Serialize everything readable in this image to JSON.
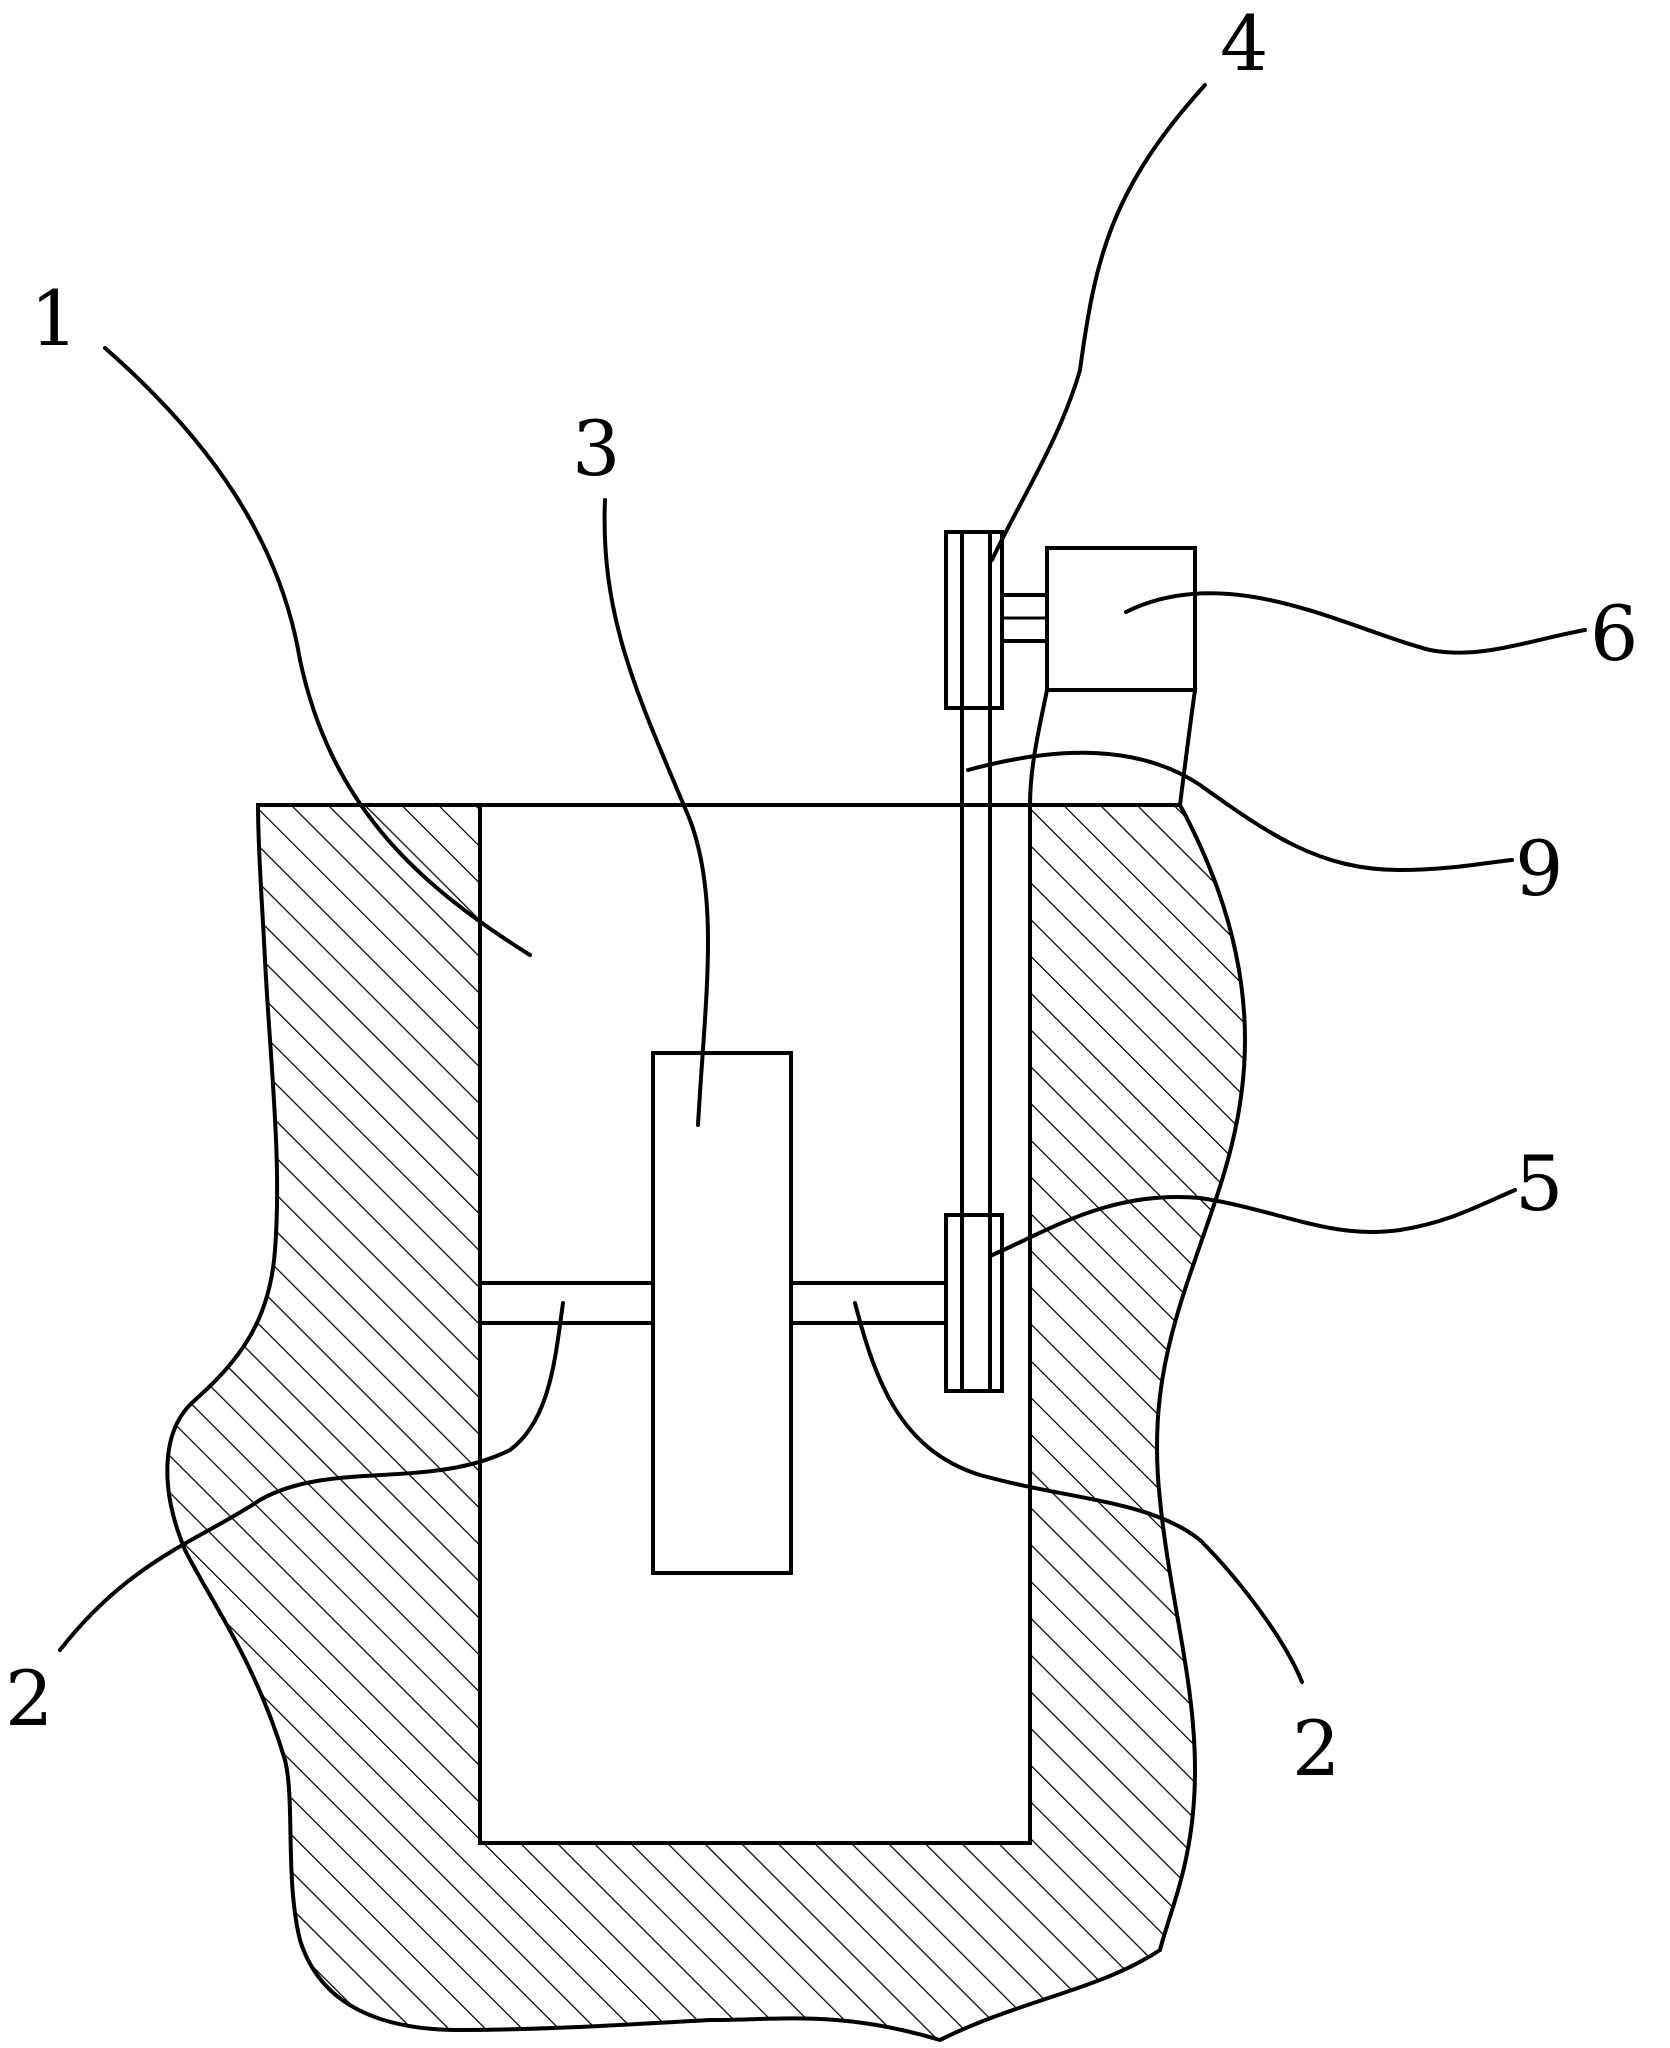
{
  "figure": {
    "labels": {
      "tank": "1",
      "shaft_left": "2",
      "shaft_right": "2",
      "rotor": "3",
      "upper_pulley": "4",
      "lower_pulley": "5",
      "motor": "6",
      "belt": "9"
    },
    "colors": {
      "line": "#000000",
      "background": "#ffffff"
    }
  }
}
